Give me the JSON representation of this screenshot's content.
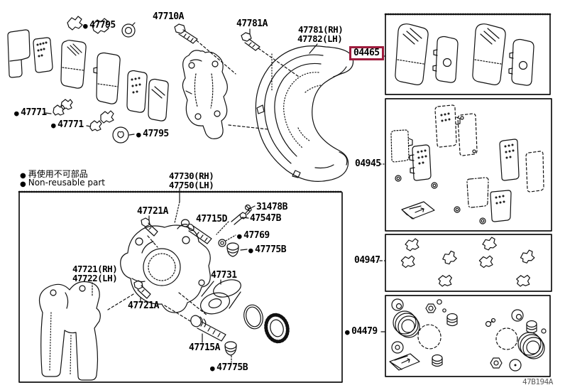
{
  "colors": {
    "line": "#111111",
    "background": "#ffffff",
    "highlight_border": "#9e1c3d",
    "code_text": "#5a5a5a"
  },
  "legend": {
    "bullet": "●",
    "jp": "再使用不可部品",
    "en": "Non-reusable part"
  },
  "diagram_code": "47B194A",
  "part_labels": [
    {
      "text": "47795",
      "bullet": "●"
    },
    {
      "text": "47710A"
    },
    {
      "text": "47781A"
    },
    {
      "text": "47781(RH)"
    },
    {
      "text": "47782(LH)"
    },
    {
      "text": "04465",
      "highlighted": true
    },
    {
      "text": "47771",
      "bullet": "●"
    },
    {
      "text": "47771",
      "bullet": "●"
    },
    {
      "text": "47795",
      "bullet": "●"
    },
    {
      "text": "47730(RH)"
    },
    {
      "text": "47750(LH)"
    },
    {
      "text": "47721A"
    },
    {
      "text": "31478B"
    },
    {
      "text": "47715D"
    },
    {
      "text": "47547B"
    },
    {
      "text": "47769",
      "bullet": "●"
    },
    {
      "text": "47775B",
      "bullet": "●"
    },
    {
      "text": "47721(RH)"
    },
    {
      "text": "47722(LH)"
    },
    {
      "text": "47721A"
    },
    {
      "text": "47731"
    },
    {
      "text": "47715A"
    },
    {
      "text": "47775B",
      "bullet": "●"
    },
    {
      "text": "04945"
    },
    {
      "text": "04947"
    },
    {
      "text": "04479",
      "bullet": "●"
    }
  ]
}
